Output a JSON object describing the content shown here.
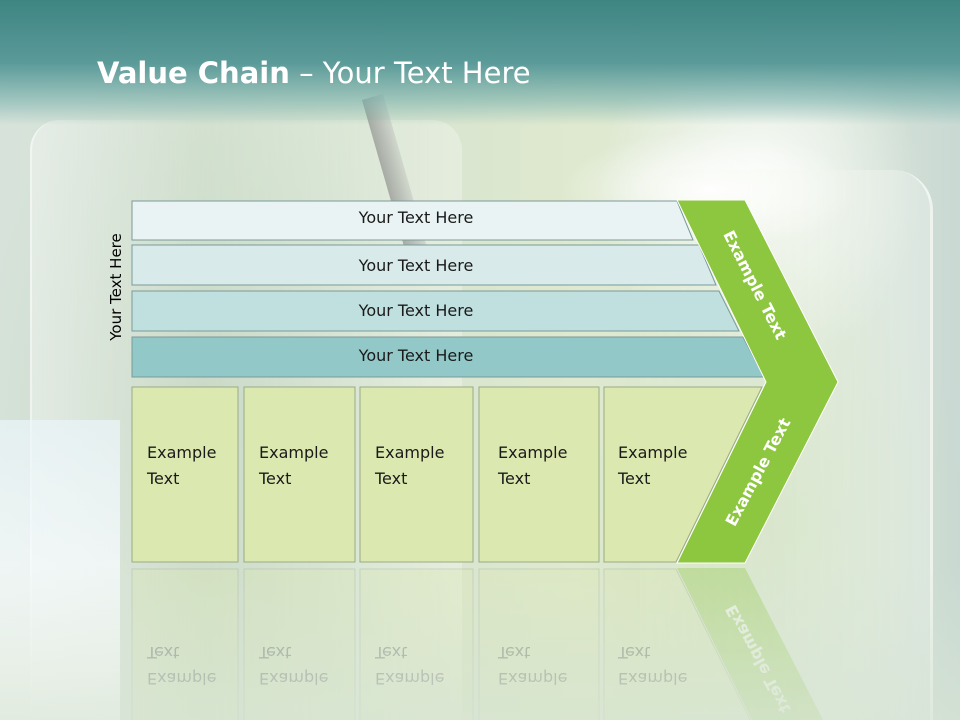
{
  "title": {
    "bold": "Value Chain",
    "rest": " – Your Text Here"
  },
  "side_label": "Your Text Here",
  "rows": [
    {
      "text": "Your Text Here",
      "fill": "#e9f3f3"
    },
    {
      "text": "Your Text Here",
      "fill": "#d8eaea"
    },
    {
      "text": "Your Text Here",
      "fill": "#c0dfdf"
    },
    {
      "text": "Your Text Here",
      "fill": "#92c8c8"
    }
  ],
  "columns": [
    {
      "text": "Example\nText"
    },
    {
      "text": "Example\nText"
    },
    {
      "text": "Example\nText"
    },
    {
      "text": "Example\nText"
    },
    {
      "text": "Example\nText"
    }
  ],
  "arrow": {
    "top_text": "Example Text",
    "bottom_text": "Example Text"
  },
  "colors": {
    "header": "#3e8582",
    "arrow_green": "#8dc63f",
    "column_fill": "#dbe8b0",
    "row_border": "#7a9a9a",
    "column_border": "#9aab84"
  }
}
